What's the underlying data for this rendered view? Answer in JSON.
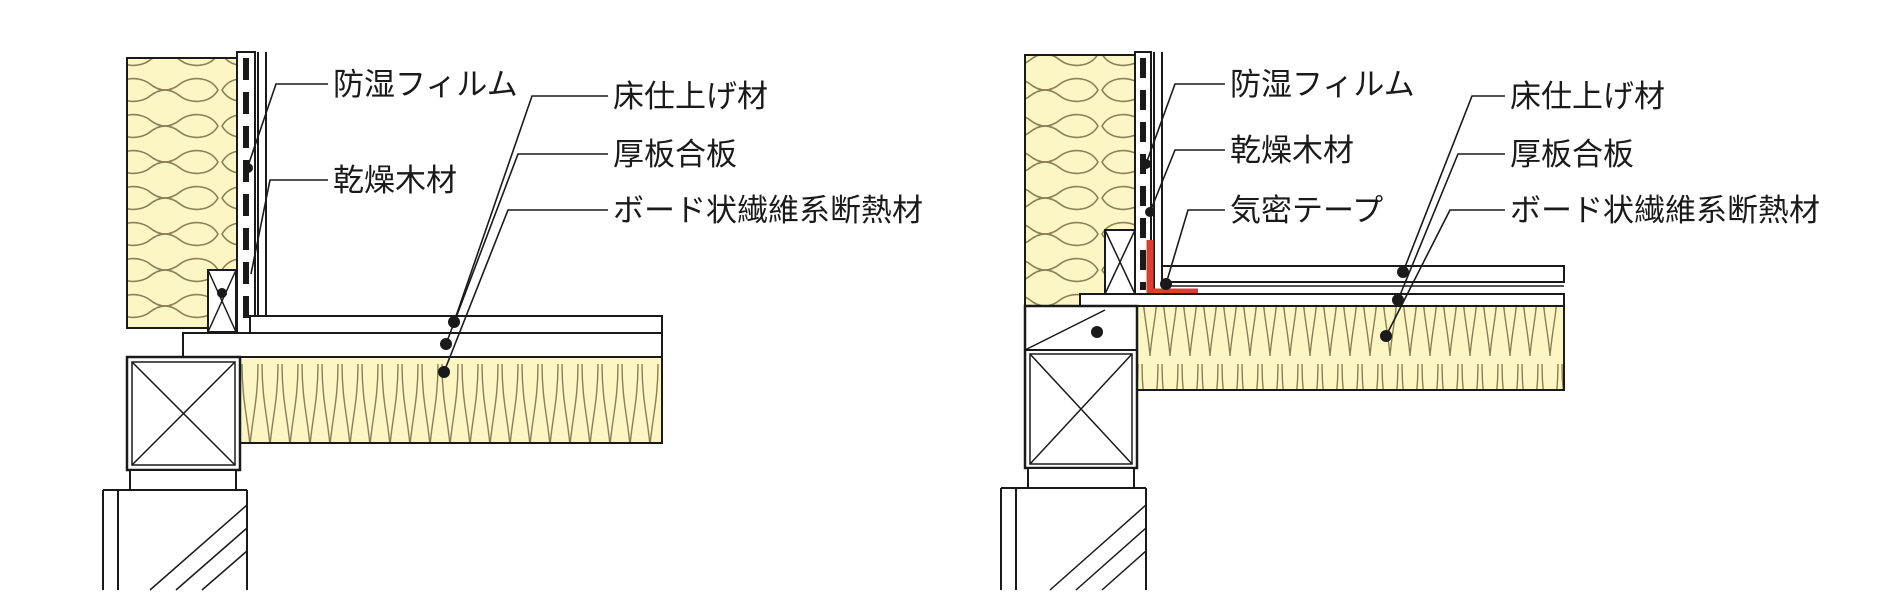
{
  "colors": {
    "insulation_fill": "#fbf6c4",
    "insulation_line": "#8a7f55",
    "ink": "#1a1a1a",
    "airtight_tape": "#d9412c"
  },
  "left_detail": {
    "labels": {
      "vapor_film": "防湿フィルム",
      "dried_lumber": "乾燥木材",
      "floor_finish": "床仕上げ材",
      "thick_plywood": "厚板合板",
      "board_insulation": "ボード状繊維系断熱材"
    }
  },
  "right_detail": {
    "labels": {
      "vapor_film": "防湿フィルム",
      "dried_lumber": "乾燥木材",
      "airtight_tape": "気密テープ",
      "floor_finish": "床仕上げ材",
      "thick_plywood": "厚板合板",
      "board_insulation": "ボード状繊維系断熱材"
    }
  }
}
